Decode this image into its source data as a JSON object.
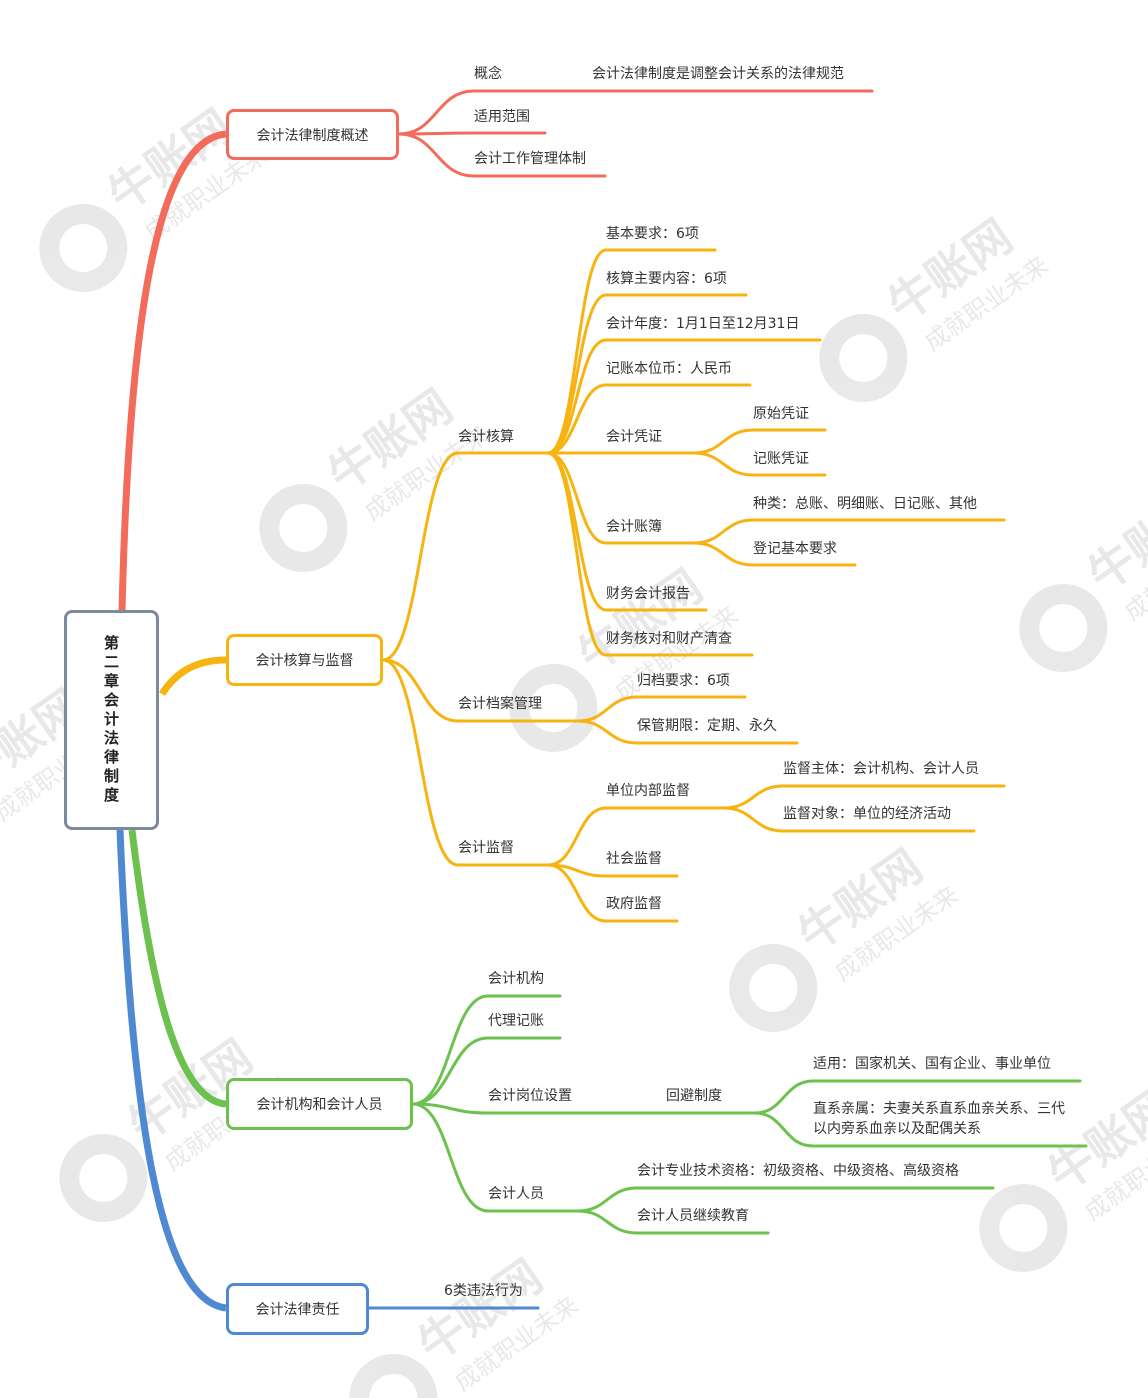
{
  "colors": {
    "red": "#f36b5b",
    "orange": "#f7b30f",
    "green": "#6cc14f",
    "blue": "#4f89d1",
    "root_border": "#7c8a9c"
  },
  "watermark": {
    "brand": "牛账网",
    "slogan": "成就职业未来"
  },
  "root": {
    "label": "第二章会计法律制度"
  },
  "branches": [
    {
      "label": "会计法律制度概述",
      "items": [
        {
          "label": "概念",
          "definition": "会计法律制度是调整会计关系的法律规范"
        },
        {
          "label": "适用范围"
        },
        {
          "label": "会计工作管理体制"
        }
      ]
    },
    {
      "label": "会计核算与监督",
      "groups": [
        {
          "label": "会计核算",
          "items": [
            {
              "label": "基本要求：6项"
            },
            {
              "label": "核算主要内容：6项"
            },
            {
              "label": "会计年度：1月1日至12月31日"
            },
            {
              "label": "记账本位币：人民币"
            },
            {
              "label": "会计凭证",
              "children": [
                "原始凭证",
                "记账凭证"
              ]
            },
            {
              "label": "会计账簿",
              "children": [
                "种类：总账、明细账、日记账、其他",
                "登记基本要求"
              ]
            },
            {
              "label": "财务会计报告"
            },
            {
              "label": "财务核对和财产清查"
            }
          ]
        },
        {
          "label": "会计档案管理",
          "items": [
            "归档要求：6项",
            "保管期限：定期、永久"
          ]
        },
        {
          "label": "会计监督",
          "items": [
            {
              "label": "单位内部监督",
              "children": [
                "监督主体：会计机构、会计人员",
                "监督对象：单位的经济活动"
              ]
            },
            {
              "label": "社会监督"
            },
            {
              "label": "政府监督"
            }
          ]
        }
      ]
    },
    {
      "label": "会计机构和会计人员",
      "items": [
        {
          "label": "会计机构"
        },
        {
          "label": "代理记账"
        },
        {
          "label": "会计岗位设置",
          "child": "回避制度",
          "grandchildren": [
            "适用：国家机关、国有企业、事业单位",
            "直系亲属：夫妻关系直系血亲关系、三代以内旁系血亲以及配偶关系"
          ]
        },
        {
          "label": "会计人员",
          "children": [
            "会计专业技术资格：初级资格、中级资格、高级资格",
            "会计人员继续教育"
          ]
        }
      ]
    },
    {
      "label": "会计法律责任",
      "items": [
        "6类违法行为"
      ]
    }
  ]
}
